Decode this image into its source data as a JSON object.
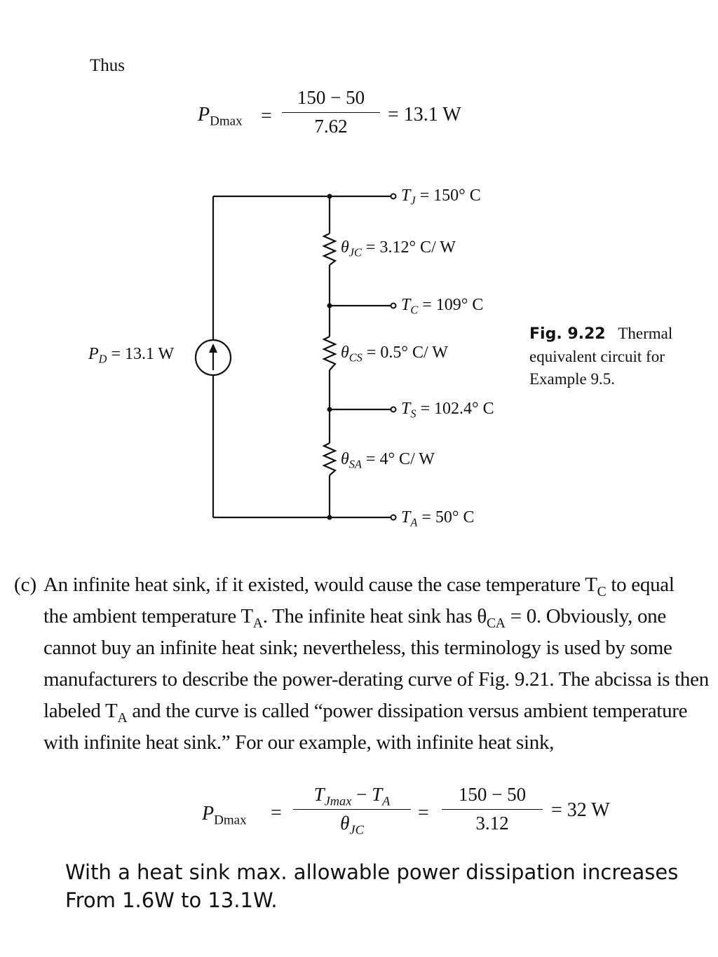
{
  "intro_word": "Thus",
  "eq1": {
    "lhs_symbol": "P",
    "lhs_sub": "Dmax",
    "equals": "=",
    "numerator": "150 − 50",
    "denominator": "7.62",
    "result": "= 13.1 W"
  },
  "circuit": {
    "source_label": {
      "symbol": "P",
      "sub": "D",
      "value": " = 13.1 W"
    },
    "nodes": [
      {
        "symbol": "T",
        "sub": "J",
        "value": " = 150° C"
      },
      {
        "symbol": "T",
        "sub": "C",
        "value": " = 109° C"
      },
      {
        "symbol": "T",
        "sub": "S",
        "value": " = 102.4° C"
      },
      {
        "symbol": "T",
        "sub": "A",
        "value": " = 50° C"
      }
    ],
    "resistors": [
      {
        "symbol": "θ",
        "sub": "JC",
        "value": " = 3.12° C/ W"
      },
      {
        "symbol": "θ",
        "sub": "CS",
        "value": " = 0.5° C/ W"
      },
      {
        "symbol": "θ",
        "sub": "SA",
        "value": " = 4° C/ W"
      }
    ]
  },
  "caption": {
    "fig_label": "Fig. 9.22",
    "text_line1": "Thermal",
    "text_line2": "equivalent circuit for",
    "text_line3": "Example 9.5."
  },
  "paragraph": {
    "marker": "(c)",
    "lines": [
      "An infinite heat sink, if it existed, would cause the case temperature T",
      "the ambient temperature T",
      "cannot buy an infinite heat sink; nevertheless, this terminology is used by some",
      "manufacturers to describe the power-derating curve of Fig. 9.21. The abcissa is then",
      "labeled T",
      "with infinite heat sink.” For our example, with infinite heat sink,"
    ],
    "line1_sub": "C",
    "line1_end": " to equal",
    "line2_sub": "A",
    "line2_mid": ". The infinite heat sink has θ",
    "line2_sub2": "CA",
    "line2_end": " = 0. Obviously, one",
    "line5_sub": "A",
    "line5_end": " and the curve is called “power dissipation versus ambient temperature"
  },
  "eq2": {
    "lhs_symbol": "P",
    "lhs_sub": "Dmax",
    "eq_a": "=",
    "num1_a": "T",
    "num1_a_sub": "Jmax",
    "num1_mid": " − ",
    "num1_b": "T",
    "num1_b_sub": "A",
    "den1": "θ",
    "den1_sub": "JC",
    "eq_b": "=",
    "num2": "150 − 50",
    "den2": "3.12",
    "result": "= 32 W"
  },
  "footer_note": {
    "line1": "With a heat sink max. allowable power dissipation increases",
    "line2": "From 1.6W to 13.1W."
  }
}
